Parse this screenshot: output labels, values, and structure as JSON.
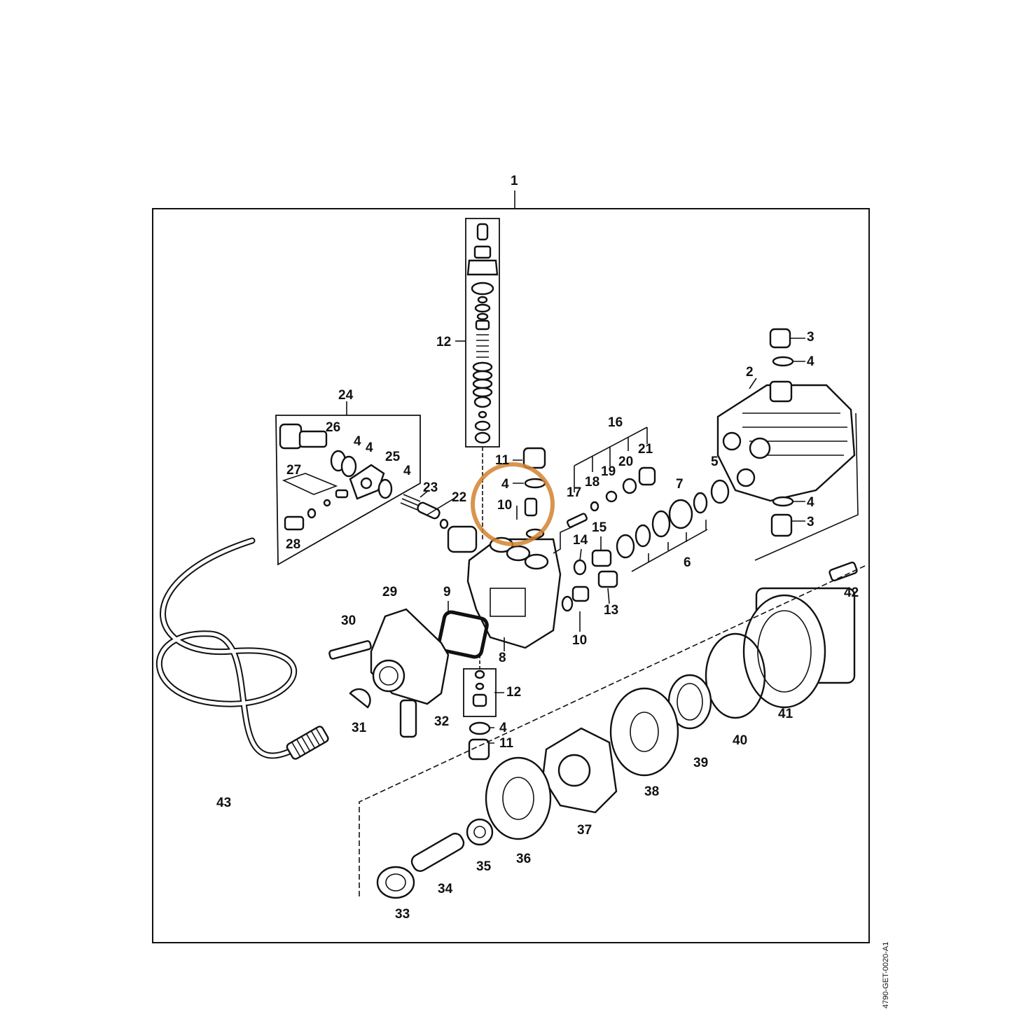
{
  "diagram": {
    "reference_code": "4790-GET-0020-A1",
    "highlight_color": "#d2822f",
    "callouts": {
      "c1": "1",
      "c2": "2",
      "c3a": "3",
      "c3b": "3",
      "c4a": "4",
      "c4b": "4",
      "c4c": "4",
      "c4d": "4",
      "c4e": "4",
      "c4f": "4",
      "c4g": "4",
      "c5": "5",
      "c6": "6",
      "c7": "7",
      "c8": "8",
      "c9": "9",
      "c10a": "10",
      "c10b": "10",
      "c11a": "11",
      "c11b": "11",
      "c12a": "12",
      "c12b": "12",
      "c13": "13",
      "c14": "14",
      "c15": "15",
      "c16": "16",
      "c17": "17",
      "c18": "18",
      "c19": "19",
      "c20": "20",
      "c21": "21",
      "c22": "22",
      "c23": "23",
      "c24": "24",
      "c25": "25",
      "c26": "26",
      "c27": "27",
      "c28": "28",
      "c29": "29",
      "c30": "30",
      "c31": "31",
      "c32": "32",
      "c33": "33",
      "c34": "34",
      "c35": "35",
      "c36": "36",
      "c37": "37",
      "c38": "38",
      "c39": "39",
      "c40": "40",
      "c41": "41",
      "c42": "42",
      "c43": "43"
    }
  }
}
